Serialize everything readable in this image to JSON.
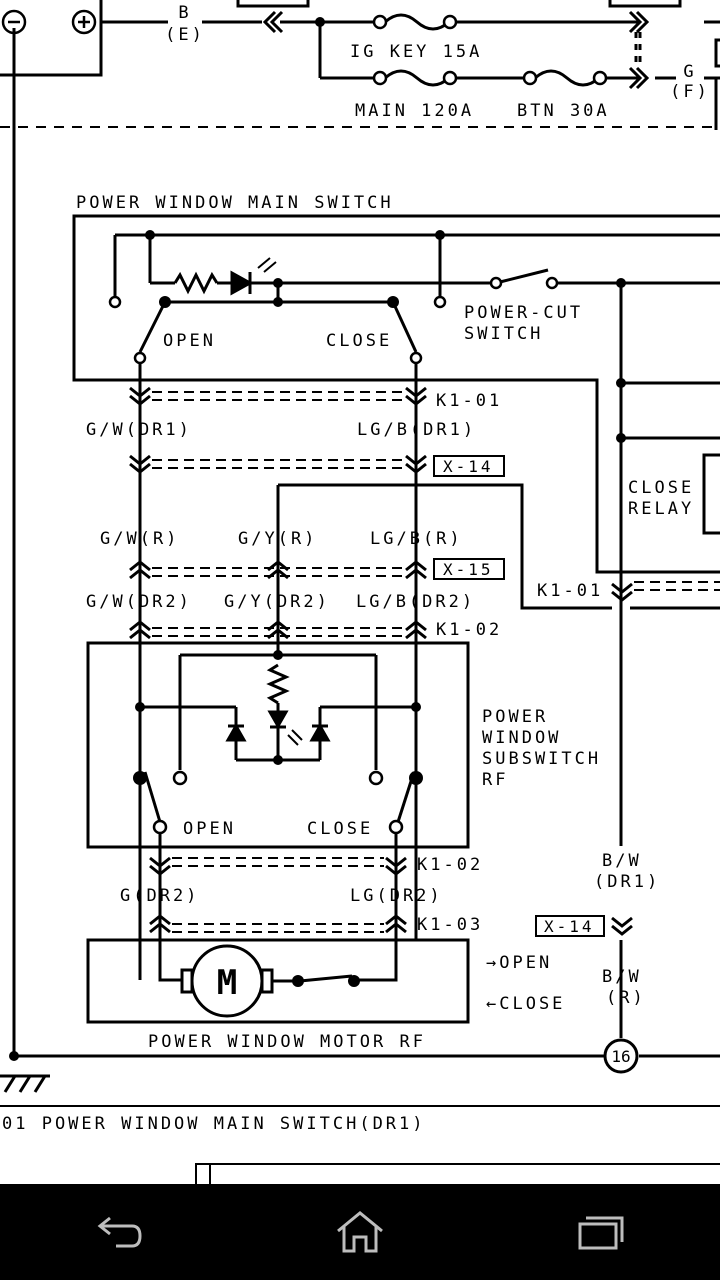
{
  "top": {
    "wire_b": "B",
    "wire_e": "(E)",
    "fuse_ig": "IG KEY 15A",
    "fuse_main": "MAIN 120A",
    "fuse_btn": "BTN 30A",
    "wire_g": "G",
    "wire_f": "(F)"
  },
  "main_switch": {
    "title": "POWER WINDOW MAIN SWITCH",
    "open": "OPEN",
    "close": "CLOSE",
    "power_cut_1": "POWER-CUT",
    "power_cut_2": "SWITCH"
  },
  "connectors": {
    "k1_01": "K1-01",
    "x_14": "X-14",
    "x_15": "X-15",
    "k1_02": "K1-02",
    "k1_02b": "K1-02",
    "k1_03": "K1-03",
    "k1_01_right": "K1-01",
    "x_14_right": "X-14"
  },
  "wires": {
    "gw_dr1": "G/W(DR1)",
    "lgb_dr1": "LG/B(DR1)",
    "gw_r": "G/W(R)",
    "gy_r": "G/Y(R)",
    "lgb_r": "LG/B(R)",
    "gw_dr2": "G/W(DR2)",
    "gy_dr2": "G/Y(DR2)",
    "lgb_dr2": "LG/B(DR2)",
    "g_dr2": "G(DR2)",
    "lg_dr2": "LG(DR2)",
    "bw": "B/W",
    "dr1": "(DR1)",
    "bw2": "B/W",
    "r": "(R)"
  },
  "relay": {
    "line1": "CLOSE",
    "line2": "RELAY"
  },
  "subswitch": {
    "line1": "POWER",
    "line2": "WINDOW",
    "line3": "SUBSWITCH",
    "line4": "RF",
    "open": "OPEN",
    "close": "CLOSE"
  },
  "motor": {
    "symbol": "M",
    "title": "POWER WINDOW MOTOR RF",
    "open": "→OPEN",
    "close": "←CLOSE"
  },
  "ground_ref": "16",
  "footer_caption": "01 POWER WINDOW MAIN SWITCH(DR1)",
  "nav": {
    "back": "back-icon",
    "home": "home-icon",
    "recents": "recents-icon"
  }
}
